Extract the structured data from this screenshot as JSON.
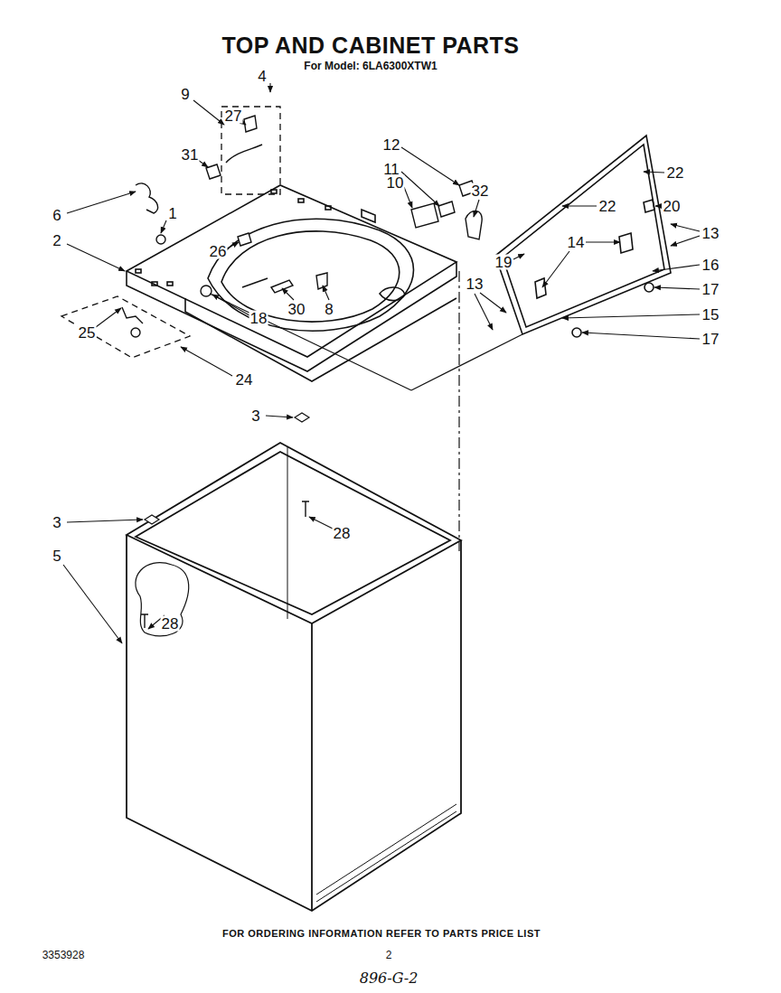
{
  "diagram": {
    "title": "TOP AND CABINET PARTS",
    "labels": [
      "For Model: 6LA6300XTW1",
      "4",
      "9",
      "27",
      "31",
      "6",
      "1",
      "2",
      "26",
      "12",
      "11",
      "10",
      "32",
      "22",
      "22",
      "20",
      "14",
      "13",
      "19",
      "16",
      "13",
      "17",
      "15",
      "17",
      "30",
      "8",
      "18",
      "25",
      "24",
      "3",
      "28",
      "3",
      "5",
      "28",
      "FOR ORDERING INFORMATION REFER TO PARTS PRICE LIST",
      "3353928",
      "2",
      "896-G-2"
    ]
  }
}
